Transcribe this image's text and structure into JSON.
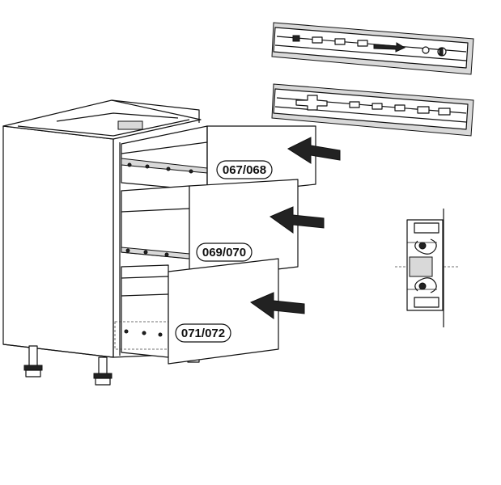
{
  "drawer_labels": {
    "top": "067/068",
    "middle": "069/070",
    "bottom": "071/072"
  },
  "icons": [
    "push-arrow-icon",
    "drawer-slide-rail",
    "rail-clip-detail",
    "cabinet-leg"
  ],
  "colors": {
    "ink": "#111111",
    "rail_fill": "#d9d9d9",
    "background": "#ffffff"
  }
}
